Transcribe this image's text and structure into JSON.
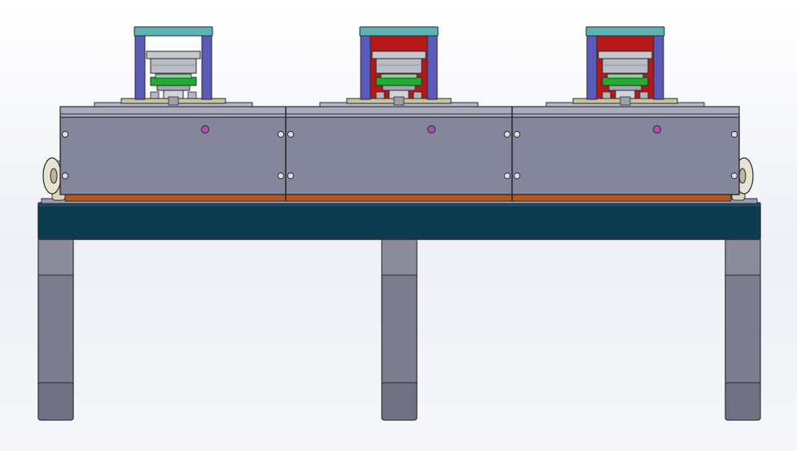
{
  "view": {
    "colors": {
      "background": "#eef0f6",
      "outline": "#2a2a30",
      "frame_teal": "#0d3b4f",
      "leg_gray": "#7c7e8f",
      "cabinet_gray": "#84869b",
      "top_plate": "#a9abbb",
      "copper_strip": "#b5581e",
      "press_cap": "#5cb3b1",
      "press_blue_post": "#5a5ab8",
      "press_red_body": "#b51818",
      "press_silver_block": "#b9bcc4",
      "press_green_plate": "#1fae2e",
      "bolt_magenta": "#b04dae",
      "caster_beige": "#e7e3cf",
      "base_plate_khaki": "#c8c59a"
    },
    "press_units": [
      {
        "variant": "open-frame"
      },
      {
        "variant": "enclosed-red"
      },
      {
        "variant": "enclosed-red"
      }
    ],
    "cabinet_modules": 3,
    "legs": 3
  }
}
